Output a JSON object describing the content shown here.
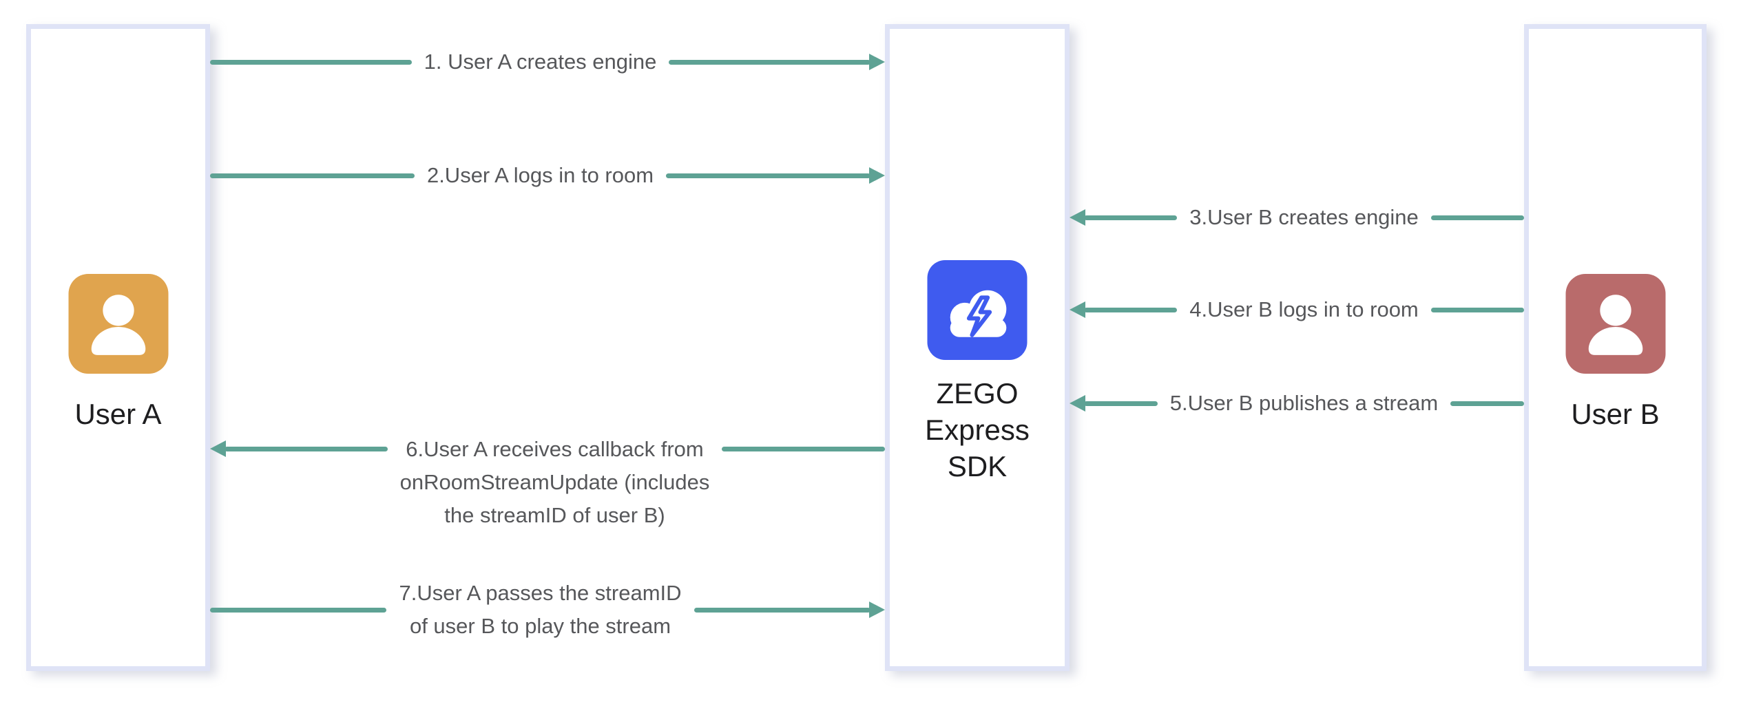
{
  "diagram": {
    "type": "sequence-flow",
    "background": "#ffffff"
  },
  "colors": {
    "arrow": "#5ea294",
    "box_border": "#dfe3f6",
    "box_fill": "#ffffff",
    "message_text": "#56575a",
    "entity_text": "#1d1d1f",
    "user_a_icon_bg": "#e0a44e",
    "user_b_icon_bg": "#b96b6b",
    "sdk_icon_bg": "#3f5bef",
    "icon_glyph": "#ffffff"
  },
  "entities": [
    {
      "id": "user_a",
      "label": "User A",
      "icon": "user-avatar-icon"
    },
    {
      "id": "zego_sdk",
      "label_lines": [
        "ZEGO",
        "Express",
        "SDK"
      ],
      "icon": "cloud-lightning-icon"
    },
    {
      "id": "user_b",
      "label": "User B",
      "icon": "user-avatar-icon"
    }
  ],
  "messages": [
    {
      "num": 1,
      "from": "user_a",
      "to": "zego_sdk",
      "direction": "right",
      "lines": [
        "1. User A creates engine"
      ]
    },
    {
      "num": 2,
      "from": "user_a",
      "to": "zego_sdk",
      "direction": "right",
      "lines": [
        "2.User A logs in to room"
      ]
    },
    {
      "num": 3,
      "from": "user_b",
      "to": "zego_sdk",
      "direction": "left",
      "lines": [
        "3.User B creates engine"
      ]
    },
    {
      "num": 4,
      "from": "user_b",
      "to": "zego_sdk",
      "direction": "left",
      "lines": [
        "4.User B logs in to room"
      ]
    },
    {
      "num": 5,
      "from": "user_b",
      "to": "zego_sdk",
      "direction": "left",
      "lines": [
        "5.User B publishes a stream"
      ]
    },
    {
      "num": 6,
      "from": "zego_sdk",
      "to": "user_a",
      "direction": "left",
      "lines": [
        "6.User A receives callback from",
        "onRoomStreamUpdate (includes",
        "the streamID of user B)"
      ]
    },
    {
      "num": 7,
      "from": "user_a",
      "to": "zego_sdk",
      "direction": "right",
      "lines": [
        "7.User A passes the streamID",
        "of user B to play the stream"
      ]
    }
  ]
}
